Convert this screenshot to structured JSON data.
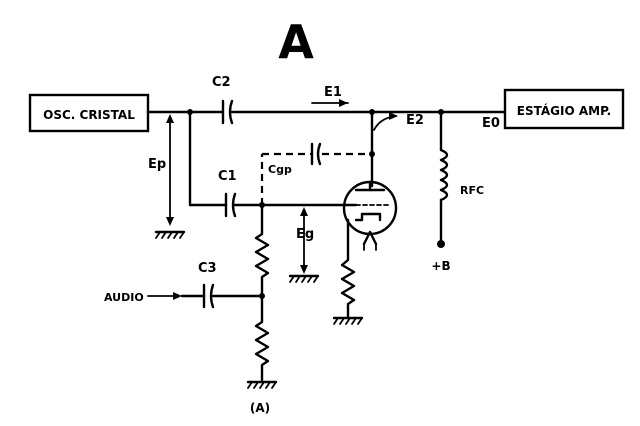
{
  "heading": "A",
  "caption": "(A)",
  "blocks": {
    "oscillator": "OSC. CRISTAL",
    "amplifier": "ESTÁGIO AMP."
  },
  "labels": {
    "c2": "C2",
    "c1": "C1",
    "c3": "C3",
    "cgp": "Cgp",
    "e1": "E1",
    "e2": "E2",
    "e0": "E0",
    "ep": "Ep",
    "eg": "Eg",
    "rfc": "RFC",
    "plus_b": "+B",
    "audio": "AUDIO"
  }
}
